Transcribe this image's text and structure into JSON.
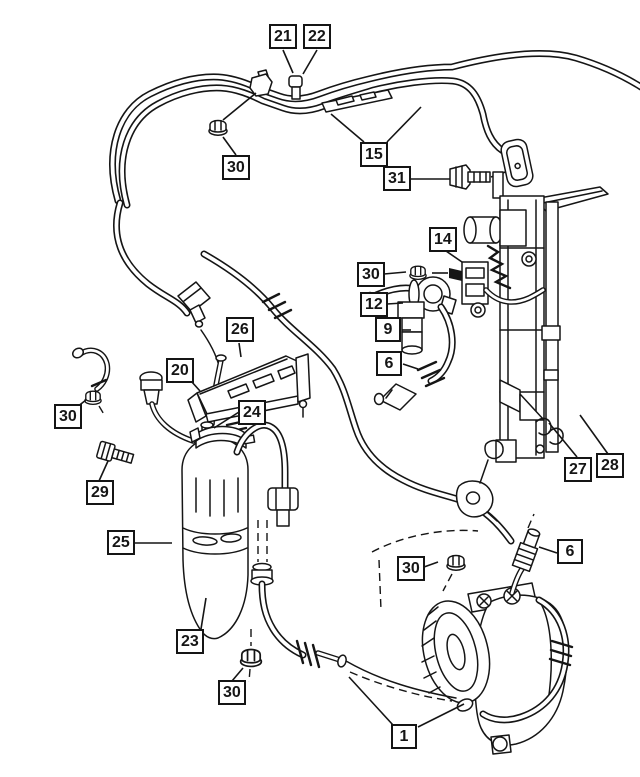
{
  "figure": {
    "kind": "exploded-parts-diagram",
    "subject": "air-conditioning plumbing",
    "colors": {
      "ink": "#151515",
      "paper": "#ffffff"
    }
  },
  "callouts": [
    {
      "label": "21"
    },
    {
      "label": "22"
    },
    {
      "label": "30"
    },
    {
      "label": "15"
    },
    {
      "label": "31"
    },
    {
      "label": "14"
    },
    {
      "label": "30"
    },
    {
      "label": "12"
    },
    {
      "label": "9"
    },
    {
      "label": "6"
    },
    {
      "label": "26"
    },
    {
      "label": "20"
    },
    {
      "label": "24"
    },
    {
      "label": "30"
    },
    {
      "label": "29"
    },
    {
      "label": "25"
    },
    {
      "label": "27"
    },
    {
      "label": "28"
    },
    {
      "label": "23"
    },
    {
      "label": "30"
    },
    {
      "label": "30"
    },
    {
      "label": "6"
    },
    {
      "label": "1"
    }
  ]
}
